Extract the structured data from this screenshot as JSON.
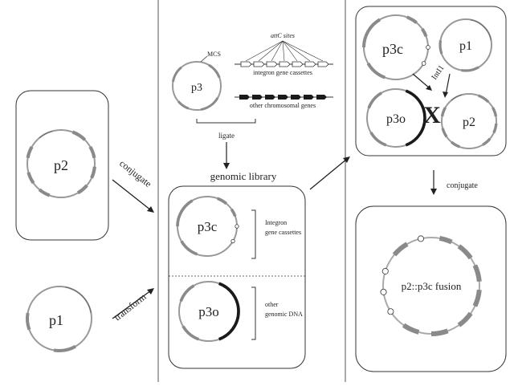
{
  "plasmids": {
    "p2": "p2",
    "p1": "p1",
    "p3": "p3",
    "p3c": "p3c",
    "p3o": "p3o",
    "fusion": "p2::p3c fusion"
  },
  "labels": {
    "conjugate_left": "conjugate",
    "transform": "transform",
    "mcs": "MCS",
    "attc_sites": "attC sites",
    "integron_cassettes": "integron gene cassettes",
    "other_chromosomal": "other chromosomal genes",
    "ligate": "ligate",
    "genomic_library": "genomic library",
    "integron_bracket_line1": "Integron",
    "integron_bracket_line2": "gene cassettes",
    "other_bracket_line1": "other",
    "other_bracket_line2": "genomic DNA",
    "intI1": "IntI1",
    "x_mark": "X",
    "conjugate_right": "conjugate"
  },
  "colors": {
    "line": "#333333",
    "feature_gray": "#8a8a8a",
    "feature_black": "#1a1a1a",
    "background": "#ffffff"
  }
}
